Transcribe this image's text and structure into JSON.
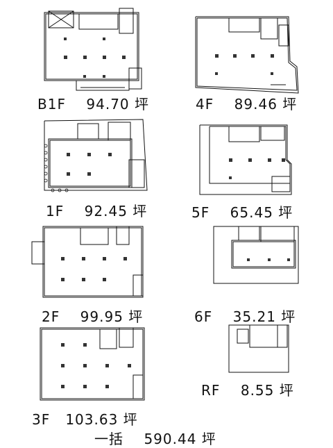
{
  "floors": [
    {
      "id": "b1f",
      "floor": "B1F",
      "area": "94.70 坪"
    },
    {
      "id": "4f",
      "floor": "4F",
      "area": "89.46 坪"
    },
    {
      "id": "1f",
      "floor": "1F",
      "area": "92.45 坪"
    },
    {
      "id": "5f",
      "floor": "5F",
      "area": "65.45 坪"
    },
    {
      "id": "2f",
      "floor": "2F",
      "area": "99.95 坪"
    },
    {
      "id": "6f",
      "floor": "6F",
      "area": "35.21 坪"
    },
    {
      "id": "3f",
      "floor": "3F",
      "area": "103.63 坪"
    },
    {
      "id": "rf",
      "floor": "RF",
      "area": "8.55 坪"
    }
  ],
  "total": {
    "label": "一括",
    "area": "590.44 坪"
  }
}
